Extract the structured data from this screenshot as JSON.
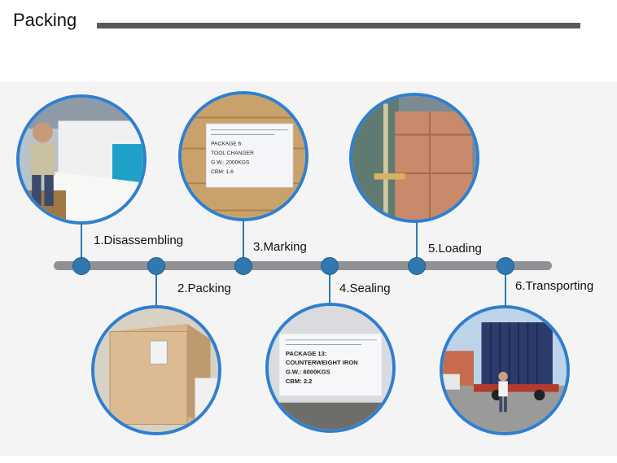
{
  "header": {
    "title": "Packing"
  },
  "colors": {
    "accent": "#2f79b0",
    "ring": "#2f7fd0",
    "timeline": "#8f9194",
    "rule": "#5a5a5a"
  },
  "steps": [
    {
      "label": "1.Disassembling",
      "icon": "disassembling-photo"
    },
    {
      "label": "2.Packing",
      "icon": "packing-photo"
    },
    {
      "label": "3.Marking",
      "icon": "marking-photo"
    },
    {
      "label": "4.Sealing",
      "icon": "sealing-photo"
    },
    {
      "label": "5.Loading",
      "icon": "loading-photo"
    },
    {
      "label": "6.Transporting",
      "icon": "transporting-photo"
    }
  ],
  "photo_text": {
    "marking": {
      "line1": "PACKAGE 6:",
      "line2": "TOOL CHANGER",
      "line3": "G.W.: 2000KGS",
      "line4": "CBM: 1.6"
    },
    "sealing": {
      "line1": "PACKAGE 13:",
      "line2": "COUNTERWEIGHT IRON",
      "line3": "G.W.: 6000KGS",
      "line4": "CBM: 2.2"
    }
  }
}
